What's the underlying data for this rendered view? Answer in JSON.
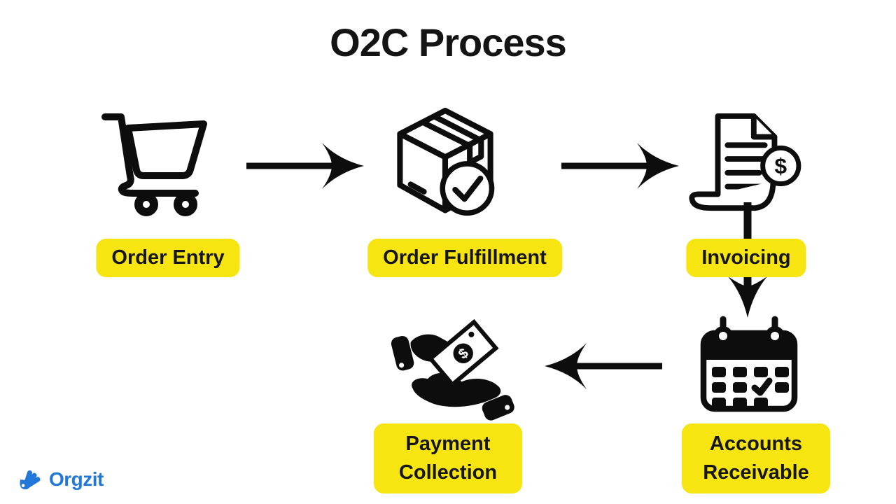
{
  "title": "O2C Process",
  "colors": {
    "background": "#ffffff",
    "ink": "#0d0d0d",
    "highlight": "#f6e511",
    "brand_blue": "#2278d8"
  },
  "steps": [
    {
      "name": "order-entry",
      "label": "Order Entry",
      "icon": "shopping-cart-icon"
    },
    {
      "name": "order-fulfillment",
      "label": "Order Fulfillment",
      "icon": "package-check-icon"
    },
    {
      "name": "invoicing",
      "label": "Invoicing",
      "icon": "invoice-dollar-icon"
    },
    {
      "name": "accounts-receivable",
      "label": "Accounts Receivable",
      "icon": "calendar-check-icon"
    },
    {
      "name": "payment-collection",
      "label": "Payment Collection",
      "icon": "hand-receiving-cash-icon"
    }
  ],
  "flow": [
    {
      "from": "Order Entry",
      "to": "Order Fulfillment",
      "direction": "right"
    },
    {
      "from": "Order Fulfillment",
      "to": "Invoicing",
      "direction": "right"
    },
    {
      "from": "Invoicing",
      "to": "Accounts Receivable",
      "direction": "down"
    },
    {
      "from": "Accounts Receivable",
      "to": "Payment Collection",
      "direction": "left"
    }
  ],
  "footer": {
    "brand": "Orgzit"
  }
}
